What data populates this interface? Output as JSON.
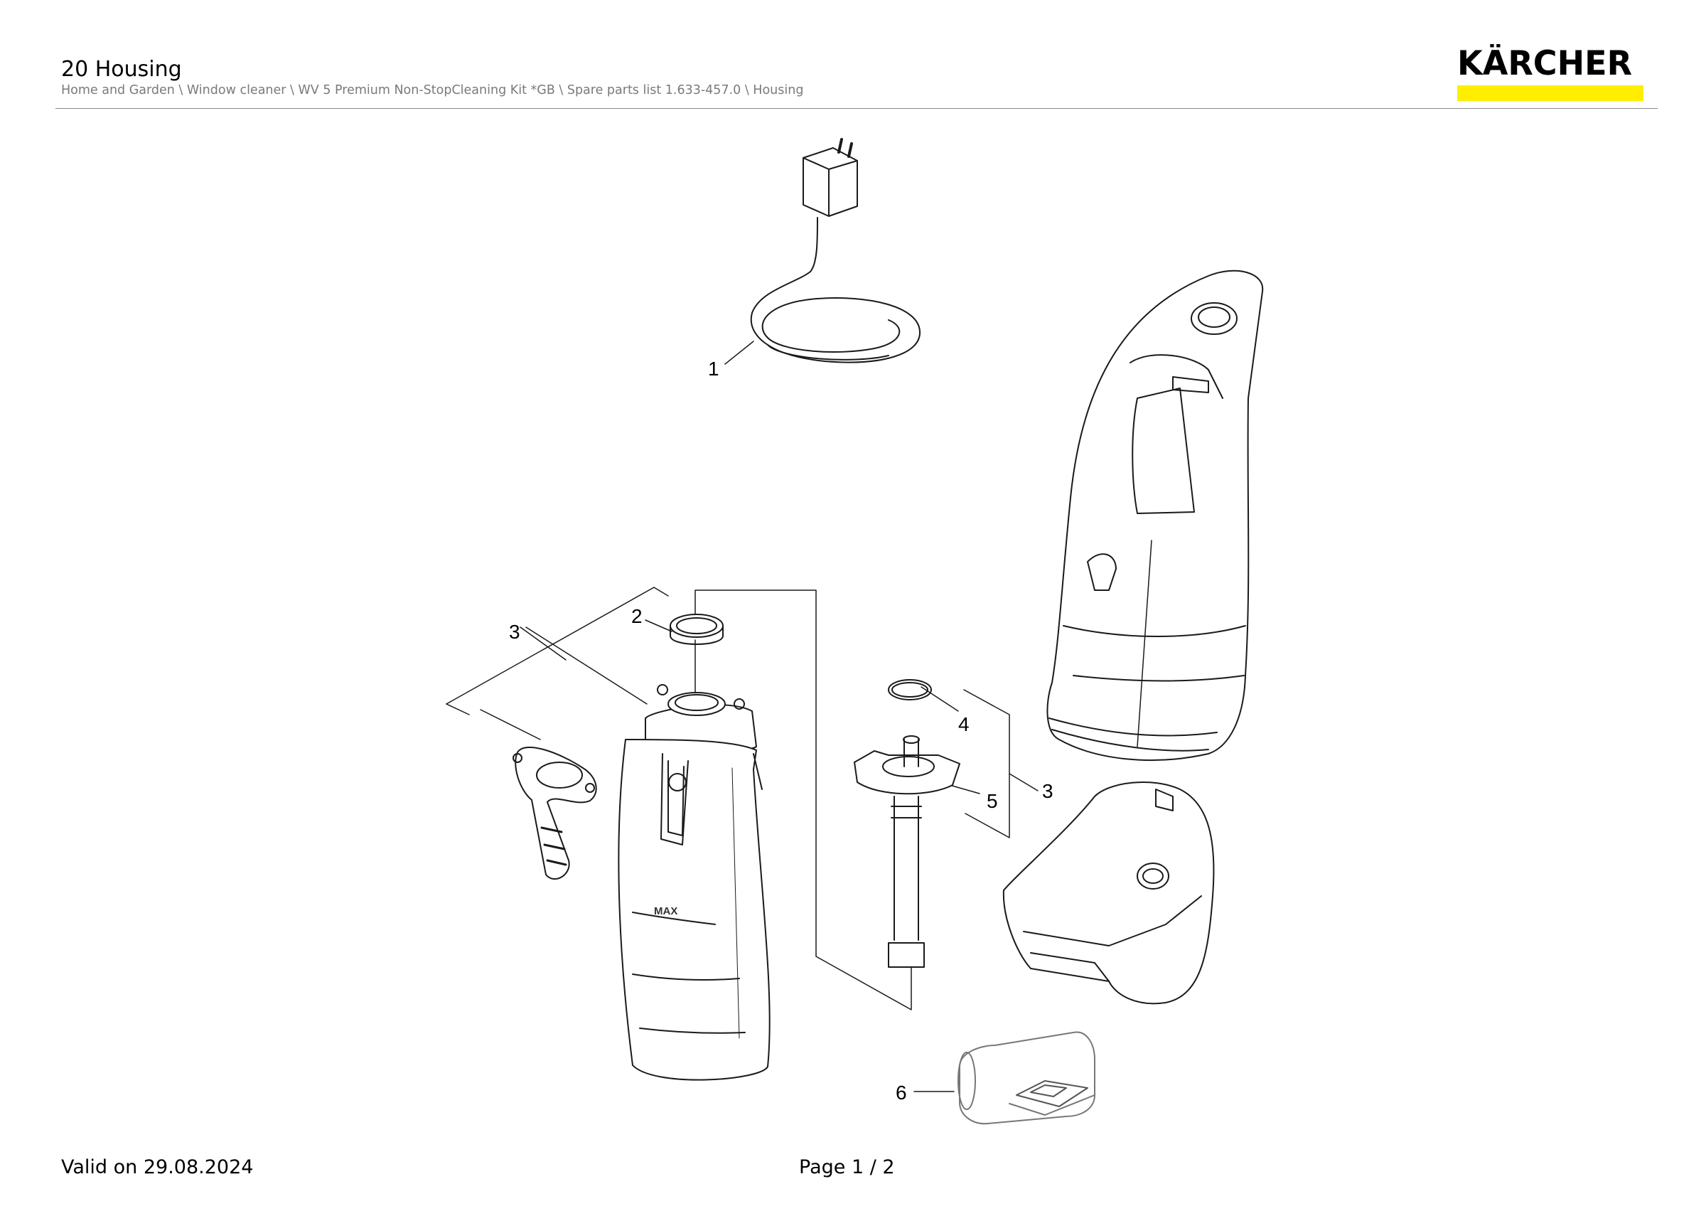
{
  "header": {
    "title": "20 Housing",
    "breadcrumb": "Home and Garden \\ Window cleaner \\ WV 5 Premium Non-StopCleaning Kit *GB \\ Spare parts list 1.633-457.0 \\ Housing",
    "logo_text": "KÄRCHER",
    "brand_color": "#ffee00"
  },
  "callouts": {
    "c1": "1",
    "c2": "2",
    "c3a": "3",
    "c3b": "3",
    "c4": "4",
    "c5": "5",
    "c6": "6"
  },
  "tank": {
    "max_label": "MAX"
  },
  "footer": {
    "valid": "Valid on 29.08.2024",
    "page": "Page 1 / 2"
  }
}
